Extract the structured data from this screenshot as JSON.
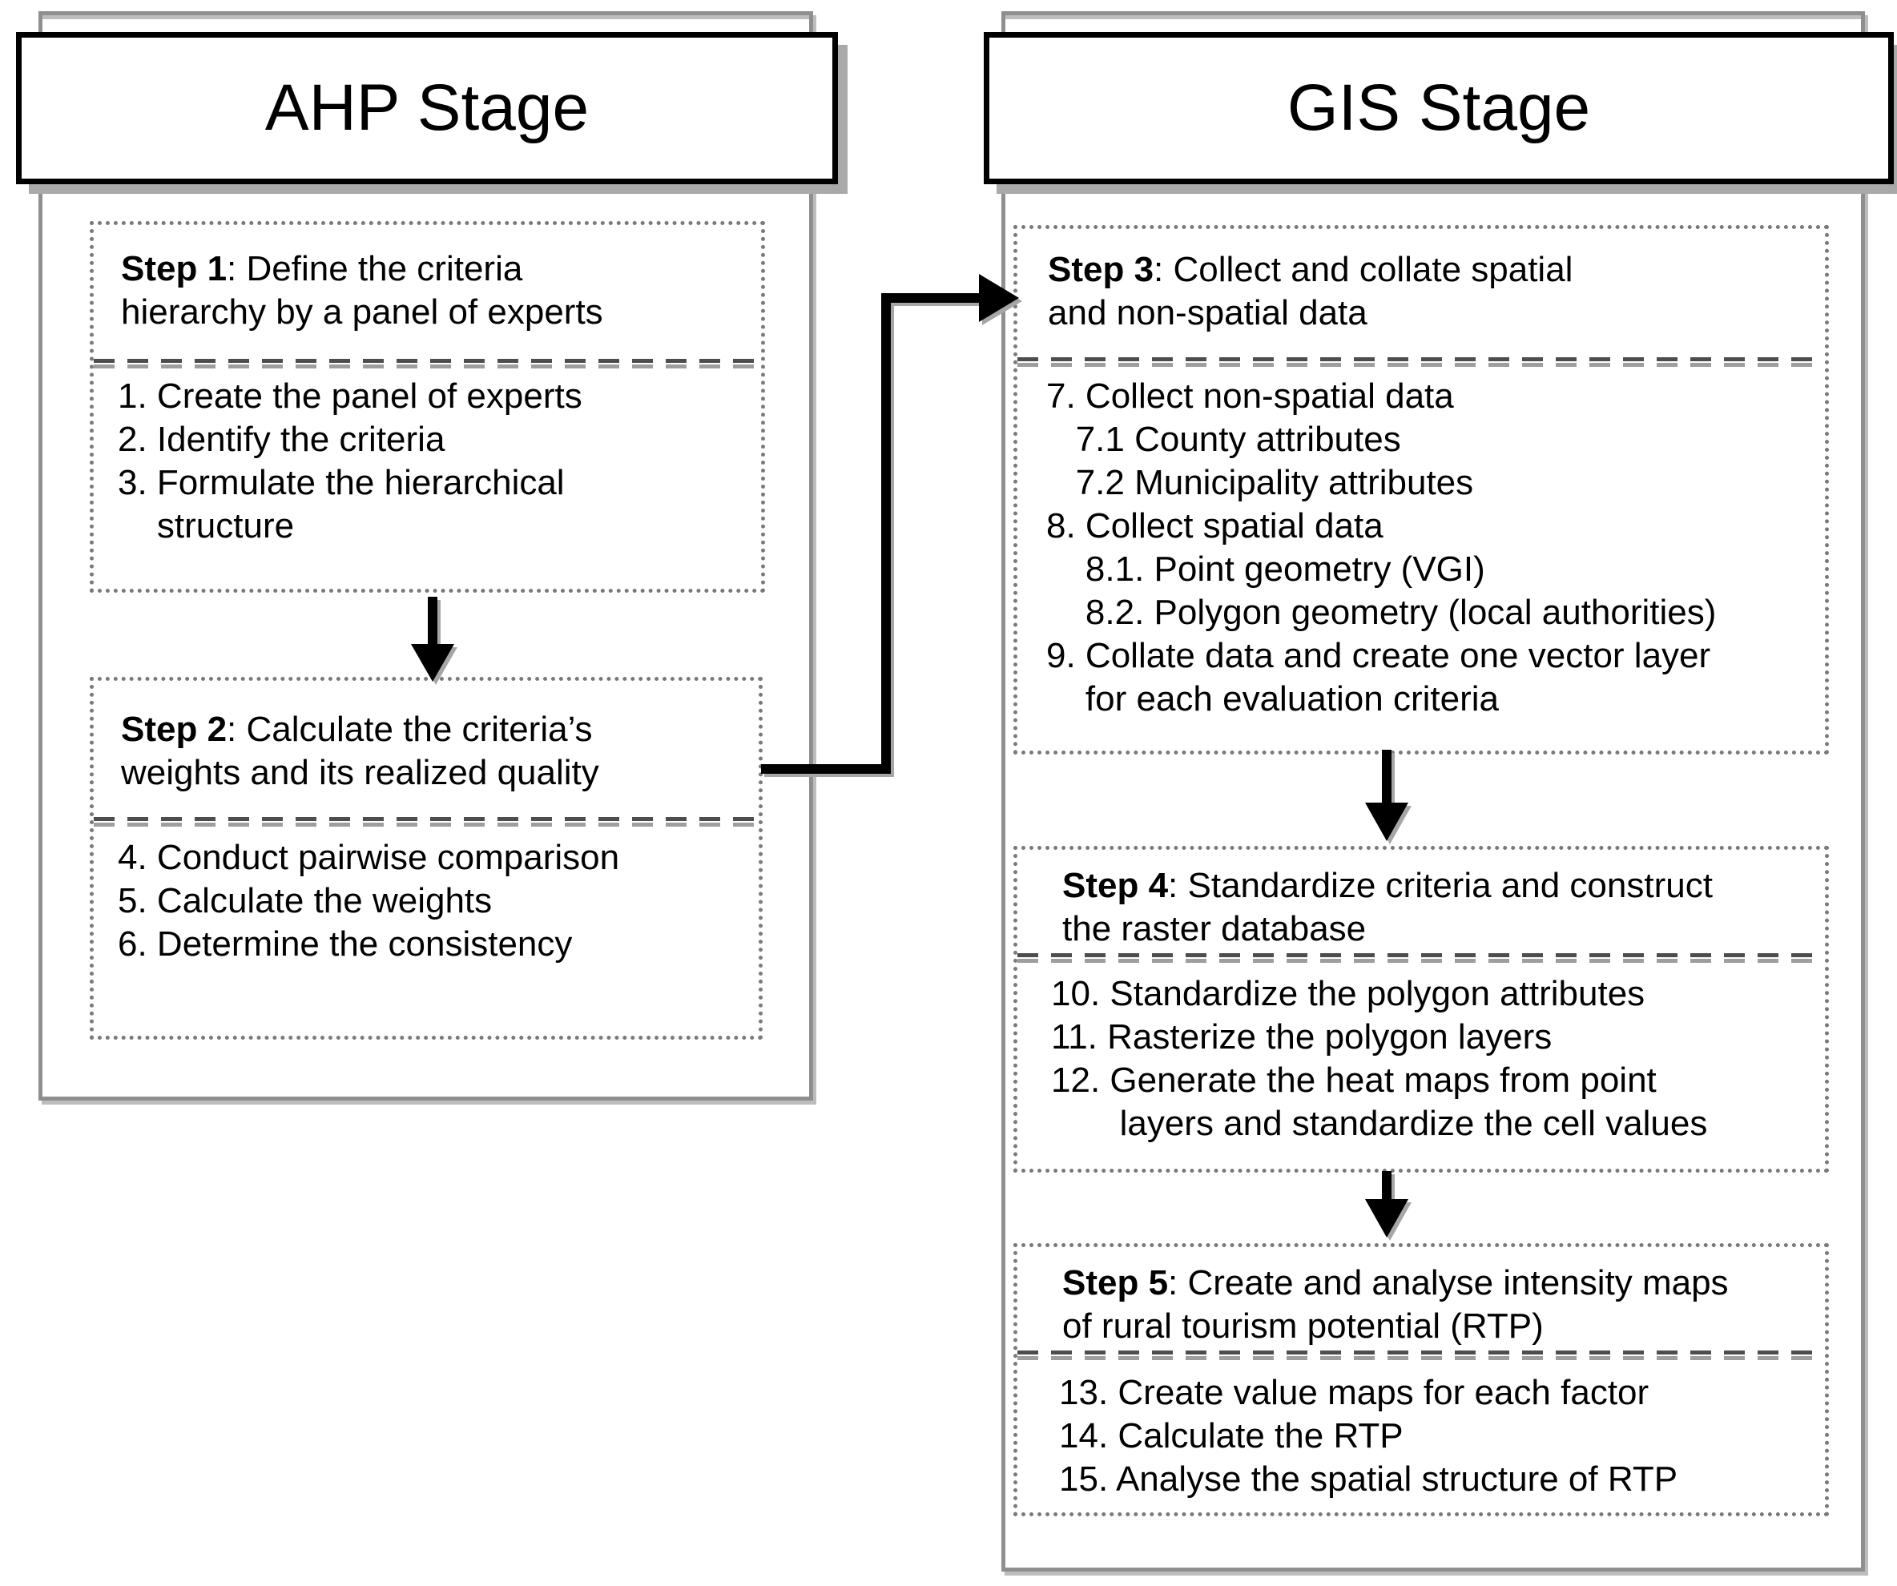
{
  "diagram": {
    "type": "flowchart",
    "colors": {
      "background": "#ffffff",
      "text": "#000000",
      "header_border": "#000000",
      "frame_gray": "#8f8f8f",
      "frame_light_gray": "#bdbdbd",
      "header_shadow": "#a9a9a9",
      "dotted_border": "#7a7a7a",
      "divider_dark": "#4d4d4d",
      "divider_light": "#9e9e9e",
      "arrow": "#000000"
    },
    "ahp": {
      "header": "AHP Stage",
      "step1": {
        "label": "Step 1",
        "title_rest": ": Define the criteria\nhierarchy by a panel of experts",
        "items": [
          "1. Create the panel of experts",
          "2. Identify the criteria",
          "3. Formulate the hierarchical\n    structure"
        ]
      },
      "step2": {
        "label": "Step 2",
        "title_rest": ": Calculate the criteria’s\nweights and its realized quality",
        "items": [
          "4. Conduct pairwise comparison",
          "5. Calculate the weights",
          "6. Determine the consistency"
        ]
      }
    },
    "gis": {
      "header": "GIS Stage",
      "step3": {
        "label": "Step 3",
        "title_rest": ": Collect and collate spatial\nand non-spatial data",
        "items": [
          "7. Collect non-spatial data",
          "   7.1 County attributes",
          "   7.2 Municipality attributes",
          "8. Collect spatial data",
          "    8.1. Point geometry (VGI)",
          "    8.2. Polygon geometry (local authorities)",
          "9. Collate data and create one vector layer\n    for each evaluation criteria"
        ]
      },
      "step4": {
        "label": "Step 4",
        "title_rest": ": Standardize criteria and construct\nthe raster database",
        "items": [
          "10. Standardize the polygon attributes",
          "11. Rasterize the polygon layers",
          "12. Generate the heat maps from point\n       layers and standardize the cell values"
        ]
      },
      "step5": {
        "label": "Step 5",
        "title_rest": ": Create and analyse intensity maps\nof rural tourism potential (RTP)",
        "items": [
          "13. Create value maps for each factor",
          "14. Calculate the RTP",
          "15. Analyse the spatial structure of RTP"
        ]
      }
    }
  }
}
